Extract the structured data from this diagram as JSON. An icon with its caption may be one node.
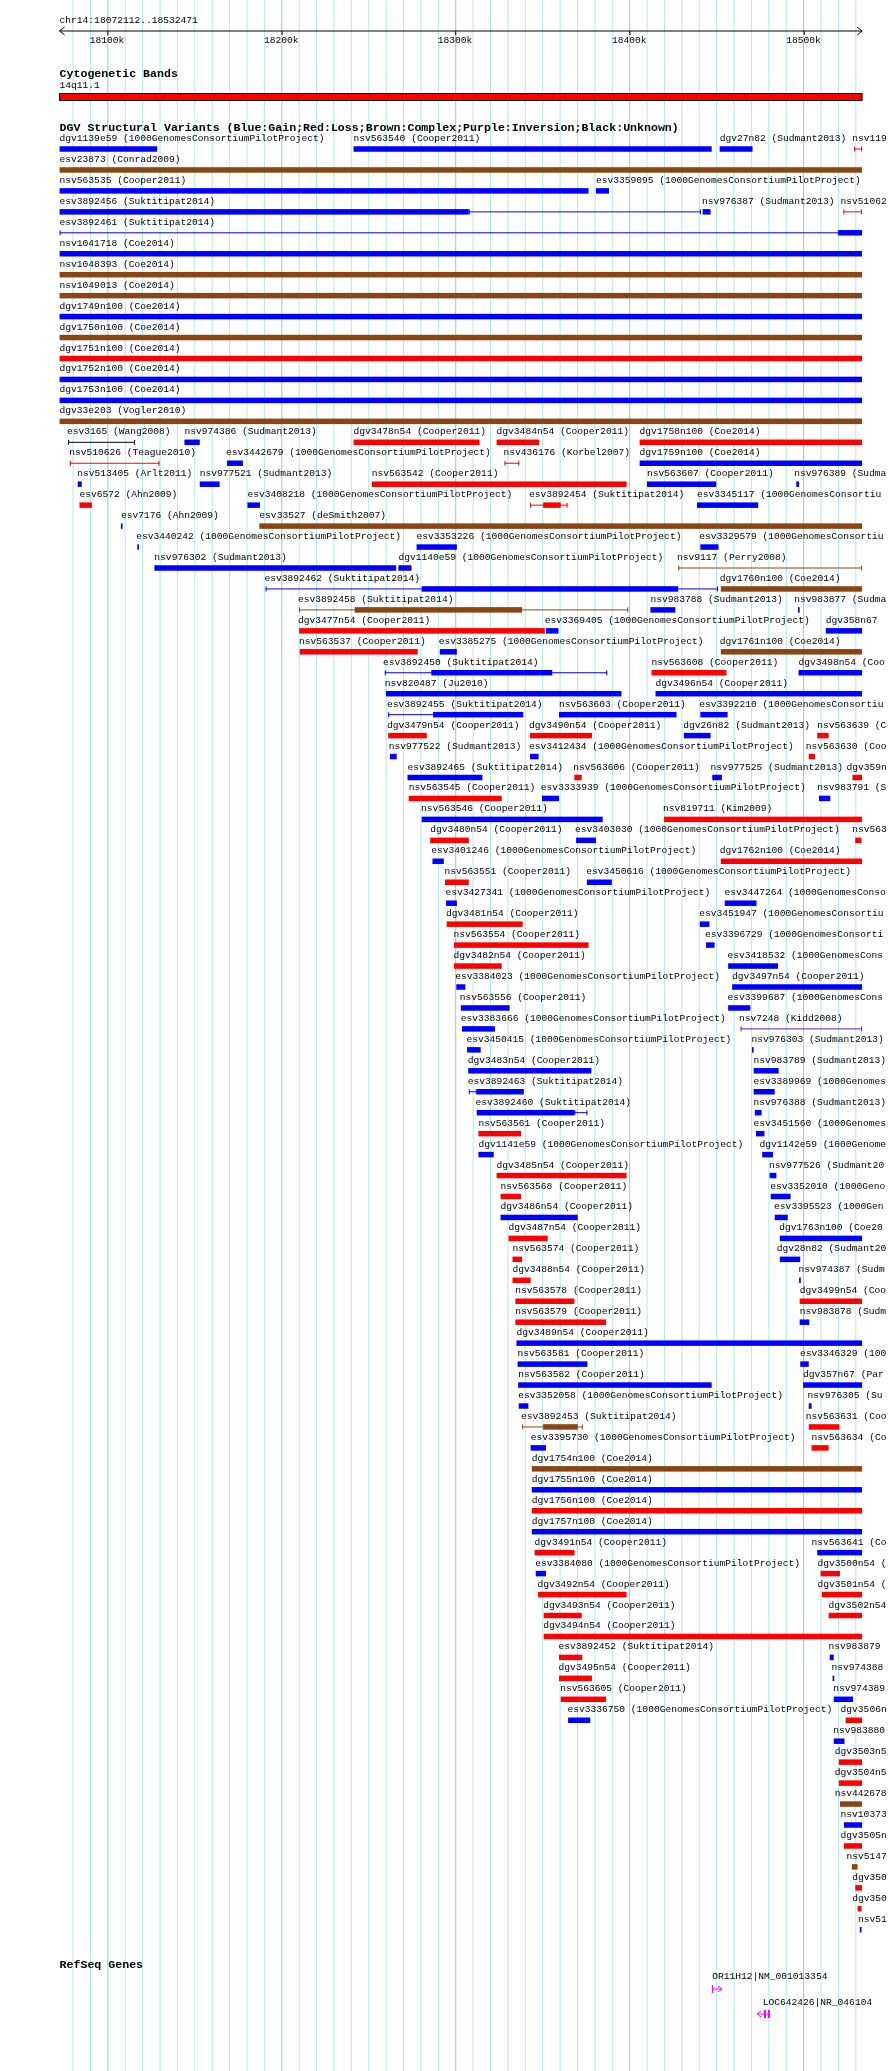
{
  "diagram": {
    "labels": [
      "chr14:18072112..18532471",
      "18100k",
      "18200k",
      "18300k",
      "18400k",
      "18500k",
      "Cytogenetic Bands",
      "14q11.1",
      "DGV Structural Variants (Blue:Gain;Red:Loss;Brown:Complex;Purple:Inversion;Black:Unknown)",
      "dgv1139e59 (1000GenomesConsortiumPilotProject)",
      "nsv563540 (Cooper2011)",
      "dgv27n82 (Sudmant2013)",
      "nsv119",
      "esv23873 (Conrad2009)",
      "nsv563535 (Cooper2011)",
      "esv3359095 (1000GenomesConsortiumPilotProject)",
      "esv3892456 (Suktitipat2014)",
      "nsv976387 (Sudmant2013)",
      "nsv51062",
      "esv3892461 (Suktitipat2014)",
      "nsv1041718 (Coe2014)",
      "nsv1048393 (Coe2014)",
      "nsv1049013 (Coe2014)",
      "dgv1749n100 (Coe2014)",
      "dgv1750n100 (Coe2014)",
      "dgv1751n100 (Coe2014)",
      "dgv1752n100 (Coe2014)",
      "dgv1753n100 (Coe2014)",
      "dgv33e203 (Vogler2010)",
      "esv3165 (Wang2008)",
      "nsv974386 (Sudmant2013)",
      "dgv3478n54 (Cooper2011)",
      "dgv3484n54 (Cooper2011)",
      "dgv1758n100 (Coe2014)",
      "nsv510626 (Teague2010)",
      "esv3442679 (1000GenomesConsortiumPilotProject)",
      "nsv436176 (Korbel2007)",
      "dgv1759n100 (Coe2014)",
      "nsv513405 (Arlt2011)",
      "nsv977521 (Sudmant2013)",
      "nsv563542 (Cooper2011)",
      "nsv563607 (Cooper2011)",
      "nsv976389 (Sudma",
      "esv6572 (Ahn2009)",
      "esv3408218 (1000GenomesConsortiumPilotProject)",
      "esv3892454 (Suktitipat2014)",
      "esv3345117 (1000GenomesConsortiu",
      "esv7176 (Ahn2009)",
      "esv33527 (deSmith2007)",
      "esv3440242 (1000GenomesConsortiumPilotProject)",
      "esv3353226 (1000GenomesConsortiumPilotProject)",
      "esv3329579 (1000GenomesConsortiu",
      "nsv976302 (Sudmant2013)",
      "dgv1140e59 (1000GenomesConsortiumPilotProject)",
      "nsv9117 (Perry2008)",
      "esv3892462 (Suktitipat2014)",
      "dgv1760n100 (Coe2014)",
      "esv3892458 (Suktitipat2014)",
      "nsv983788 (Sudmant2013)",
      "nsv983877 (Sudma",
      "dgv3477n54 (Cooper2011)",
      "esv3369405 (1000GenomesConsortiumPilotProject)",
      "dgv358n67",
      "nsv563537 (Cooper2011)",
      "esv3385275 (1000GenomesConsortiumPilotProject)",
      "dgv1761n100 (Coe2014)",
      "esv3892450 (Suktitipat2014)",
      "nsv563608 (Cooper2011)",
      "dgv3498n54 (Coo",
      "nsv820487 (Ju2010)",
      "dgv3496n54 (Cooper2011)",
      "esv3892455 (Suktitipat2014)",
      "nsv563603 (Cooper2011)",
      "esv3392210 (1000GenomesConsortiu",
      "dgv3479n54 (Cooper2011)",
      "dgv3490n54 (Cooper2011)",
      "dgv26n82 (Sudmant2013)",
      "nsv563639 (C",
      "nsv977522 (Sudmant2013)",
      "esv3412434 (1000GenomesConsortiumPilotProject)",
      "nsv563630 (Coo",
      "esv3892465 (Suktitipat2014)",
      "nsv563606 (Cooper2011)",
      "nsv977525 (Sudmant2013)",
      "dgv359n",
      "nsv563545 (Cooper2011)",
      "esv3333939 (1000GenomesConsortiumPilotProject)",
      "nsv983791 (S",
      "nsv563546 (Cooper2011)",
      "nsv819711 (Kim2009)",
      "dgv3480n54 (Cooper2011)",
      "esv3403030 (1000GenomesConsortiumPilotProject)",
      "nsv563",
      "esv3401246 (1000GenomesConsortiumPilotProject)",
      "dgv1762n100 (Coe2014)",
      "nsv563551 (Cooper2011)",
      "esv3450616 (1000GenomesConsortiumPilotProject)",
      "esv3427341 (1000GenomesConsortiumPilotProject)",
      "esv3447264 (1000GenomesConso",
      "dgv3481n54 (Cooper2011)",
      "esv3451947 (1000GenomesConsortiu",
      "nsv563554 (Cooper2011)",
      "esv3396729 (1000GenomesConsorti",
      "dgv3482n54 (Cooper2011)",
      "esv3418532 (1000GenomesCons",
      "esv3384023 (1000GenomesConsortiumPilotProject)",
      "dgv3497n54 (Cooper2011)",
      "nsv563556 (Cooper2011)",
      "esv3399687 (1000GenomesCons",
      "esv3383666 (1000GenomesConsortiumPilotProject)",
      "nsv7248 (Kidd2008)",
      "esv3450415 (1000GenomesConsortiumPilotProject)",
      "nsv976303 (Sudmant2013)",
      "dgv3483n54 (Cooper2011)",
      "nsv983789 (Sudmant2013)",
      "esv3892463 (Suktitipat2014)",
      "esv3389969 (1000Genomes",
      "esv3892460 (Suktitipat2014)",
      "nsv976388 (Sudmant2013)",
      "nsv563561 (Cooper2011)",
      "esv3451560 (1000Genomes",
      "dgv1141e59 (1000GenomesConsortiumPilotProject)",
      "dgv1142e59 (1000Genome",
      "dgv3485n54 (Cooper2011)",
      "nsv977526 (Sudmant20",
      "nsv563568 (Cooper2011)",
      "esv3352010 (1000Geno",
      "dgv3486n54 (Cooper2011)",
      "esv3395523 (1000Gen",
      "dgv3487n54 (Cooper2011)",
      "dgv1763n100 (Coe20",
      "nsv563574 (Cooper2011)",
      "dgv28n82 (Sudmant20",
      "dgv3488n54 (Cooper2011)",
      "nsv974387 (Sudm",
      "nsv563578 (Cooper2011)",
      "dgv3499n54 (Coo",
      "nsv563579 (Cooper2011)",
      "nsv983878 (Sudm",
      "dgv3489n54 (Cooper2011)",
      "nsv563581 (Cooper2011)",
      "esv3346329 (100",
      "nsv563582 (Cooper2011)",
      "dgv357n67 (Par",
      "esv3352058 (1000GenomesConsortiumPilotProject)",
      "nsv976305 (Su",
      "esv3892453 (Suktitipat2014)",
      "nsv563631 (Coo",
      "esv3395730 (1000GenomesConsortiumPilotProject)",
      "nsv563634 (Co",
      "dgv1754n100 (Coe2014)",
      "dgv1755n100 (Coe2014)",
      "dgv1756n100 (Coe2014)",
      "dgv1757n100 (Coe2014)",
      "dgv3491n54 (Cooper2011)",
      "nsv563641 (Co",
      "esv3384080 (1000GenomesConsortiumPilotProject)",
      "dgv3500n54 (",
      "dgv3492n54 (Cooper2011)",
      "dgv3501n54 (",
      "dgv3493n54 (Cooper2011)",
      "dgv3502n54",
      "dgv3494n54 (Cooper2011)",
      "esv3892452 (Suktitipat2014)",
      "nsv983879",
      "dgv3495n54 (Cooper2011)",
      "nsv974388",
      "nsv563605 (Cooper2011)",
      "nsv974389",
      "esv3336750 (1000GenomesConsortiumPilotProject)",
      "dgv3506n",
      "nsv983880",
      "dgv3503n5",
      "dgv3504n5",
      "nsv442678",
      "nsv10373",
      "dgv3505n",
      "nsv5147",
      "dgv350",
      "dgv350",
      "nsv51",
      "RefSeq Genes",
      "OR11H12|NM_001013354",
      "LOC642426|NR_046104"
    ]
  }
}
